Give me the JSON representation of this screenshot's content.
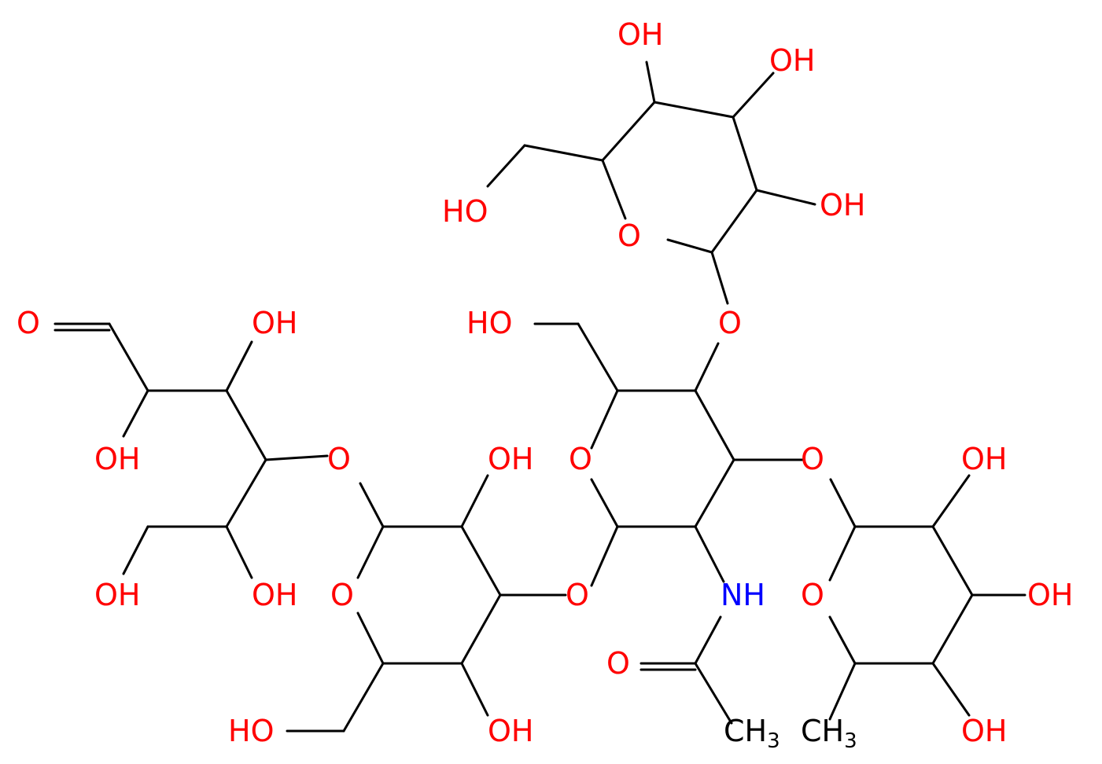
{
  "molecule": {
    "colors": {
      "bond": "#000000",
      "oxygen": "#ff0000",
      "nitrogen": "#0000ff",
      "carbon": "#000000"
    },
    "atom_labels": {
      "ho_top_left": "HO",
      "oh_top_1": "OH",
      "oh_top_2": "OH",
      "oh_top_3": "OH",
      "o_ring_top": "O",
      "o_link_top": "O",
      "ho_ch2oh_center": "HO",
      "o_aldehyde": "O",
      "oh_left_chain_top": "OH",
      "oh_left_chain_2": "OH",
      "o_link_left": "O",
      "oh_middle_ring_top": "OH",
      "o_ring_center": "O",
      "o_link_right": "O",
      "oh_right_ring_top": "OH",
      "ho_left_bottom": "OH",
      "oh_left_bottom_2": "OH",
      "o_ring_middle": "O",
      "o_link_center": "O",
      "nh_amide": "NH",
      "o_ring_right": "O",
      "oh_right_ring_mid": "OH",
      "o_carbonyl": "O",
      "ho_bottom": "HO",
      "oh_bottom_ring": "OH",
      "ch3_acetyl": "CH",
      "ch3_fucose": "CH",
      "oh_right_bottom": "OH",
      "methyl_subscript": "3"
    }
  }
}
